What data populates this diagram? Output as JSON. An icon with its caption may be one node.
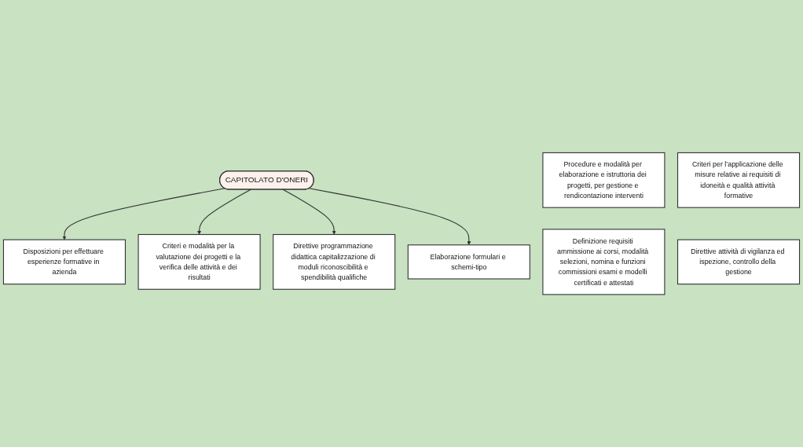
{
  "diagram": {
    "nodes": [
      {
        "text": [
          "Procedure e modalità per elaborazione e istruttoria dei progetti, per gestione e rendicontazione interventi"
        ]
      },
      {
        "text": [
          "Disposizioni per effettuare esperienze formative in azienda"
        ]
      },
      {
        "text": [
          "Definizione requisiti ammissione ai corsi, modalità selezioni, nomina e funzioni commissioni esami e modelli certificati e attestati"
        ]
      },
      {
        "text": [
          "Criteri e modalità per la valutazione dei progetti e la verifica delle attività e dei risultati"
        ]
      },
      {
        "text": [
          "CAPITOLATO D'ONERI"
        ]
      },
      {
        "text": [
          "Direttive programmazione didattica capitalizzazione di moduli riconoscibilità e spendibilità qualifiche"
        ]
      },
      {
        "text": [
          "Criteri per l’applicazione delle misure relative ai requisiti di idoneità e qualità attività formative"
        ]
      },
      {
        "text": [
          "Elaborazione formulari e schemi-tipo"
        ]
      },
      {
        "text": [
          "Direttive attività di vigilanza ed ispezione, controllo della gestione"
        ]
      }
    ],
    "edges": [
      {
        "from": 4,
        "to": 1,
        "arrow": "to"
      },
      {
        "from": 4,
        "to": 3,
        "arrow": "to"
      },
      {
        "from": 4,
        "to": 5,
        "arrow": "to"
      },
      {
        "from": 4,
        "to": 7,
        "arrow": "to"
      }
    ]
  }
}
